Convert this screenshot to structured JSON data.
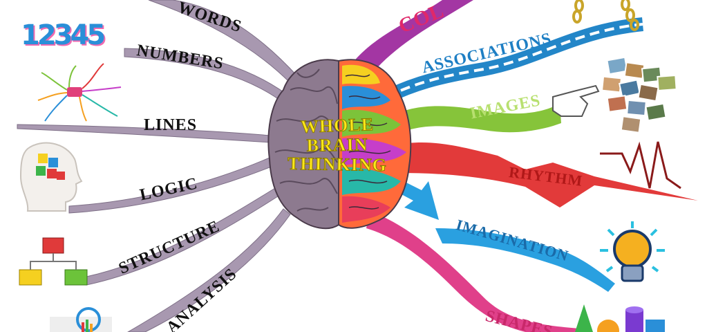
{
  "center": {
    "line1": "WHOLE",
    "line2": "BRAIN",
    "line3": "THINKING"
  },
  "left_branches": [
    {
      "label": "WORDS"
    },
    {
      "label": "NUMBERS"
    },
    {
      "label": "LINES"
    },
    {
      "label": "LOGIC"
    },
    {
      "label": "STRUCTURE"
    },
    {
      "label": "ANALYSIS"
    }
  ],
  "right_branches": [
    {
      "label": "COL",
      "color": "#a336a3"
    },
    {
      "label": "ASSOCIATIONS",
      "color": "#1e7fc4"
    },
    {
      "label": "IMAGES",
      "color": "#86c43a"
    },
    {
      "label": "RHYTHM",
      "color": "#e23a3a"
    },
    {
      "label": "IMAGINATION",
      "color": "#2aa0e0"
    },
    {
      "label": "SHAPES",
      "color": "#e0408a"
    }
  ],
  "icons": {
    "numbers_art": "12345"
  },
  "colors": {
    "left_branch": "#a898b0",
    "brain_left": "#8d7a8f",
    "text_yellow": "#ffe81a"
  }
}
